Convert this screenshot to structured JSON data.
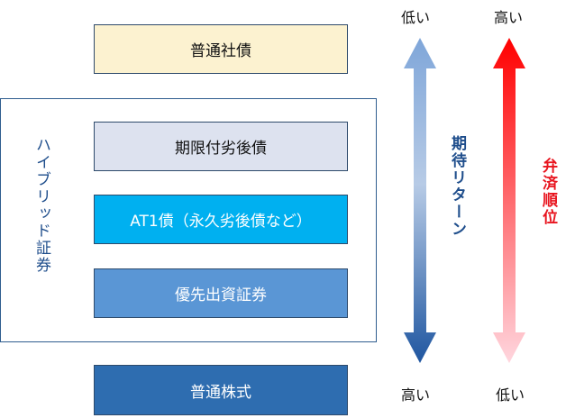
{
  "boxes": {
    "common_bond": "普通社債",
    "subordinated": "期限付劣後債",
    "at1": "AT1債（永久劣後債など）",
    "preferred": "優先出資証券",
    "common_stock": "普通株式"
  },
  "hybrid_label": "ハイブリッド証券",
  "return_axis": {
    "label": "期待リターン",
    "top": "低い",
    "bottom": "高い"
  },
  "priority_axis": {
    "label": "弁済順位",
    "top": "高い",
    "bottom": "低い"
  },
  "colors": {
    "return_arrow_top": "#7fa6d9",
    "return_arrow_bottom": "#1f56a0",
    "priority_arrow_top": "#ff0000",
    "priority_arrow_bottom": "#ffd6de"
  }
}
